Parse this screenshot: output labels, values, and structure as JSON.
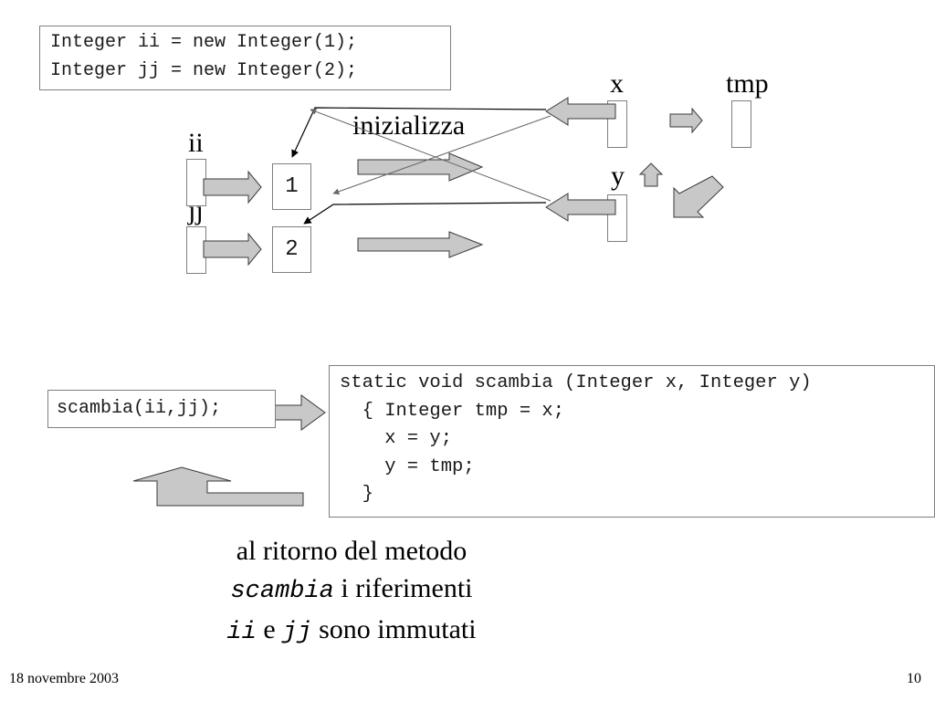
{
  "init_code": {
    "lines": [
      "Integer ii = new Integer(1);",
      "Integer jj = new Integer(2);"
    ]
  },
  "labels": {
    "x": "x",
    "tmp": "tmp",
    "y": "y",
    "ii": "ii",
    "jj": "jj",
    "inizializza": "inizializza"
  },
  "objects": {
    "one": "1",
    "two": "2"
  },
  "call": "scambia(ii,jj);",
  "method_code": {
    "lines": [
      "static void scambia (Integer x, Integer y)",
      "  { Integer tmp = x;",
      "    x = y;",
      "    y = tmp;",
      "  }"
    ]
  },
  "caption": {
    "line1": "al ritorno del metodo",
    "line2_code": "scambia",
    "line2_text": " i riferimenti",
    "line3_code_a": "ii",
    "line3_text_mid": " e ",
    "line3_code_b": "jj",
    "line3_text_end": " sono immutati"
  },
  "footer": {
    "date": "18 novembre 2003",
    "page": "10"
  }
}
